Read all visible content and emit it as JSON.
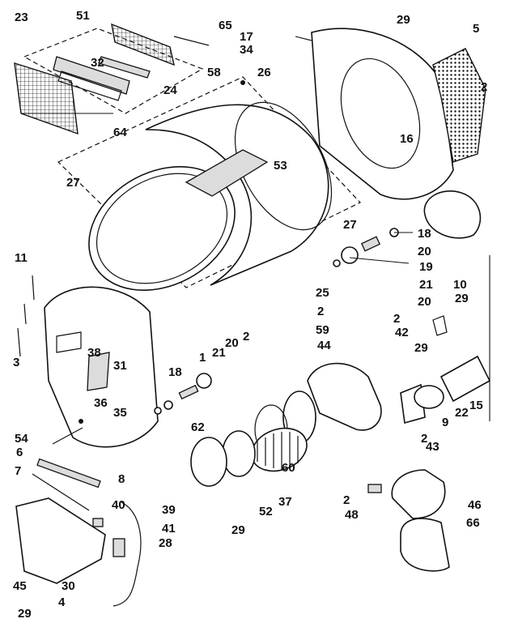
{
  "callouts": {
    "c51": "51",
    "c65": "65",
    "c29a": "29",
    "c5": "5",
    "c23": "23",
    "c17": "17",
    "c34": "34",
    "c32": "32",
    "c58": "58",
    "c26": "26",
    "c2a": "2",
    "c24": "24",
    "c64": "64",
    "c16": "16",
    "c53": "53",
    "c27a": "27",
    "c27b": "27",
    "c18a": "18",
    "c20a": "20",
    "c19": "19",
    "c11": "11",
    "c21a": "21",
    "c20b": "20",
    "c25": "25",
    "c10": "10",
    "c2b": "2",
    "c2c": "2",
    "c29b": "29",
    "c59": "59",
    "c42": "42",
    "c38": "38",
    "c2d": "2",
    "c44": "44",
    "c29c": "29",
    "c1": "1",
    "c20c": "20",
    "c21b": "21",
    "c31": "31",
    "c18b": "18",
    "c3": "3",
    "c36": "36",
    "c35": "35",
    "c15": "15",
    "c22": "22",
    "c9": "9",
    "c54": "54",
    "c62": "62",
    "c2e": "2",
    "c6": "6",
    "c43": "43",
    "c7": "7",
    "c8": "8",
    "c60": "60",
    "c37": "37",
    "c52": "52",
    "c2f": "2",
    "c48": "48",
    "c46": "46",
    "c40": "40",
    "c39": "39",
    "c29d": "29",
    "c41": "41",
    "c28": "28",
    "c66": "66",
    "c45": "45",
    "c30": "30",
    "c4": "4",
    "c29e": "29"
  }
}
